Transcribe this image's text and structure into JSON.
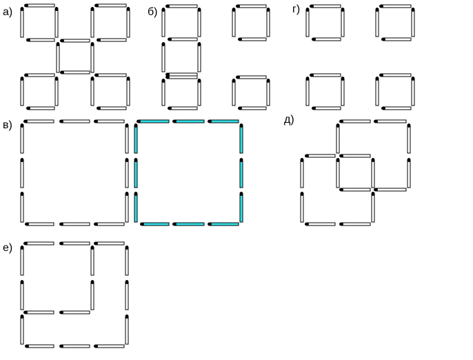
{
  "labels": {
    "a": "а)",
    "b": "б)",
    "g": "г)",
    "v": "в)",
    "d": "д)",
    "e": "е)"
  },
  "colors": {
    "match": "#ffffff",
    "match_highlight": "#33e0e8",
    "head": "#000000"
  }
}
